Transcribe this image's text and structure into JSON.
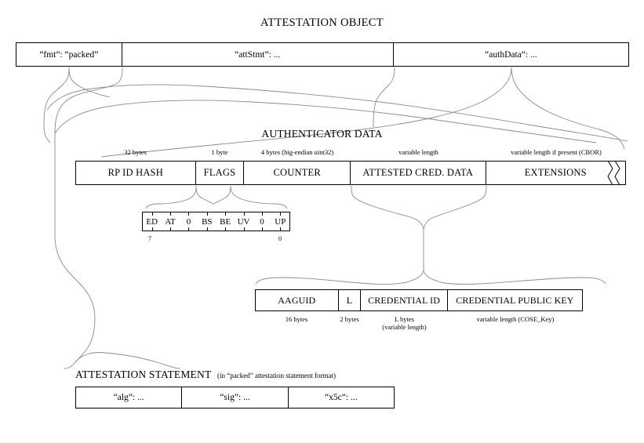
{
  "title": "ATTESTATION OBJECT",
  "attestation_object": {
    "cells": [
      {
        "label": "“fmt”: “packed”"
      },
      {
        "label": "“attStmt”: ..."
      },
      {
        "label": "“authData”: ..."
      }
    ]
  },
  "authenticator_data": {
    "title": "AUTHENTICATOR DATA",
    "cells": [
      {
        "label": "RP ID HASH",
        "size": "32 bytes"
      },
      {
        "label": "FLAGS",
        "size": "1 byte"
      },
      {
        "label": "COUNTER",
        "size": "4 bytes (big-endian uint32)"
      },
      {
        "label": "ATTESTED CRED. DATA",
        "size": "variable length"
      },
      {
        "label": "EXTENSIONS",
        "size": "variable length if present (CBOR)"
      }
    ]
  },
  "flags": {
    "bits": [
      {
        "label": "ED"
      },
      {
        "label": "AT"
      },
      {
        "label": "0"
      },
      {
        "label": "BS"
      },
      {
        "label": "BE"
      },
      {
        "label": "UV"
      },
      {
        "label": "0"
      },
      {
        "label": "UP"
      }
    ],
    "msb_index": "7",
    "lsb_index": "0"
  },
  "attested_credential_data": {
    "cells": [
      {
        "label": "AAGUID",
        "size": "16 bytes",
        "size2": ""
      },
      {
        "label": "L",
        "size": "2 bytes",
        "size2": ""
      },
      {
        "label": "CREDENTIAL ID",
        "size": "L bytes",
        "size2": "(variable length)"
      },
      {
        "label": "CREDENTIAL PUBLIC KEY",
        "size": "variable length (COSE_Key)",
        "size2": ""
      }
    ]
  },
  "attestation_statement": {
    "title": "ATTESTATION STATEMENT",
    "note": "(in “packed” attestation statement format)",
    "cells": [
      {
        "label": "“alg”: ..."
      },
      {
        "label": "“sig”: ..."
      },
      {
        "label": "“x5c”: ..."
      }
    ]
  },
  "style": {
    "line_color": "#000000",
    "connector_color": "#808080",
    "background": "#ffffff"
  }
}
